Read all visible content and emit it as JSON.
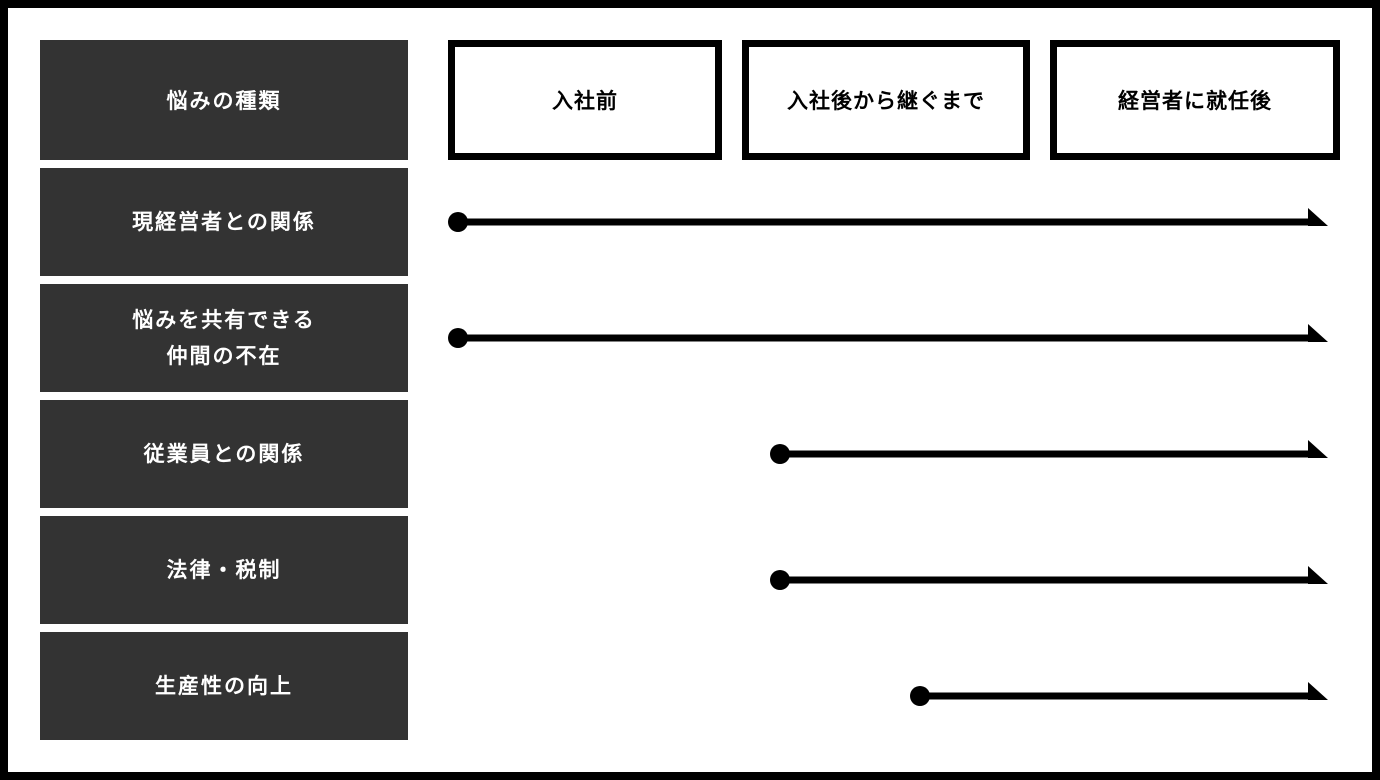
{
  "header": {
    "category_label": "悩みの種類"
  },
  "phases": [
    {
      "key": "before_joining",
      "label": "入社前"
    },
    {
      "key": "after_joining",
      "label": "入社後から継ぐまで"
    },
    {
      "key": "after_appointment",
      "label": "経営者に就任後"
    }
  ],
  "rows": [
    {
      "label": "現経営者との関係",
      "start_phase": 0
    },
    {
      "label": "悩みを共有できる\n仲間の不在",
      "start_phase": 0
    },
    {
      "label": "従業員との関係",
      "start_phase": 1
    },
    {
      "label": "法律・税制",
      "start_phase": 1
    },
    {
      "label": "生産性の向上",
      "start_phase": 1.5
    }
  ],
  "colors": {
    "label_background": "#333333",
    "label_text": "#ffffff",
    "arrow": "#000000",
    "frame": "#000000",
    "background": "#ffffff"
  }
}
